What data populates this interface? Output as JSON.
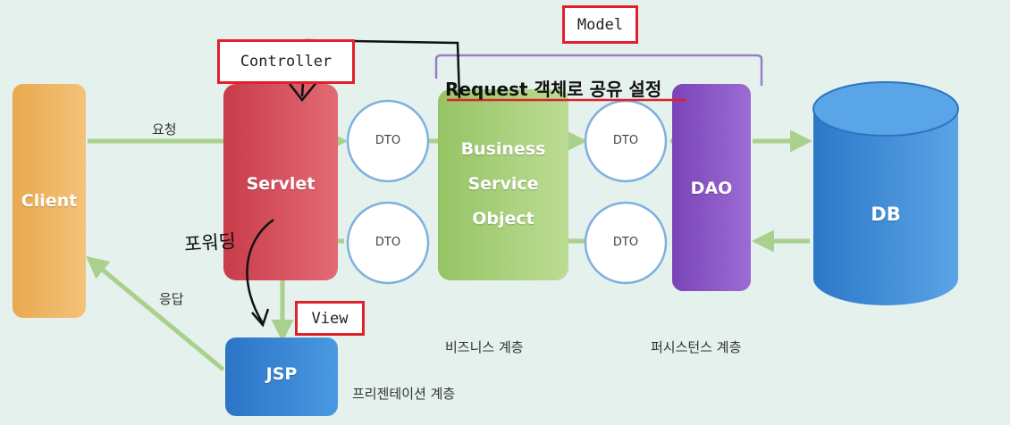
{
  "tags": {
    "model": "Model",
    "controller": "Controller",
    "view": "View"
  },
  "annotation": {
    "request_share": "Request 객체로 공유 설정",
    "forwarding": "포워딩"
  },
  "nodes": {
    "client": "Client",
    "servlet": "Servlet",
    "business_line1": "Business",
    "business_line2": "Service",
    "business_line3": "Object",
    "dao": "DAO",
    "db": "DB",
    "jsp": "JSP"
  },
  "dto": [
    "DTO",
    "DTO",
    "DTO",
    "DTO"
  ],
  "edges": {
    "request": "요청",
    "response": "응답"
  },
  "layers": {
    "business": "비즈니스 계층",
    "persistence": "퍼시스턴스 계층",
    "presentation": "프리젠테이션 계층"
  },
  "colors": {
    "client": "#f0b45a",
    "servlet": "#d8505c",
    "business": "#a8d07a",
    "dao": "#8a58c4",
    "db": "#3f8fd8",
    "jsp": "#3a86d6",
    "tag_border": "#e0202a"
  }
}
